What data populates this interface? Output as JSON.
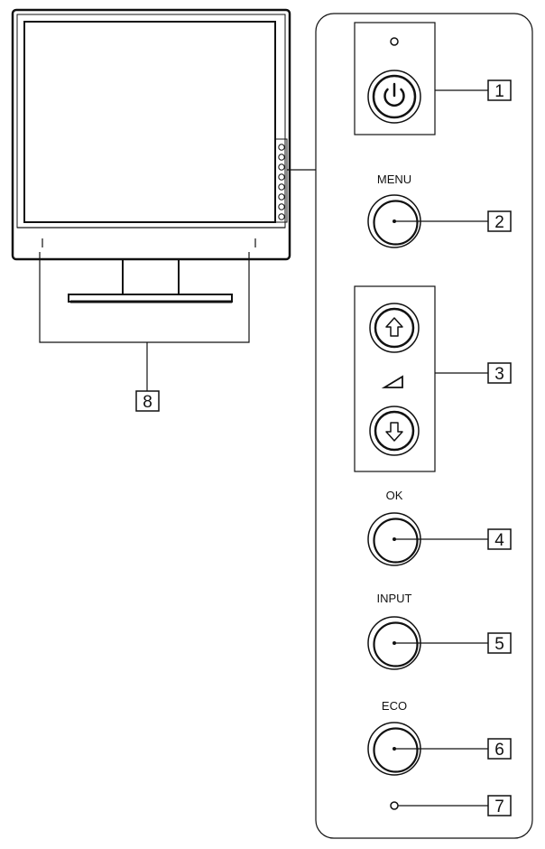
{
  "labels": {
    "menu": "MENU",
    "ok": "OK",
    "input": "INPUT",
    "eco": "ECO"
  },
  "callouts": [
    "1",
    "2",
    "3",
    "4",
    "5",
    "6",
    "7",
    "8"
  ],
  "icons": {
    "power": "power-icon",
    "up": "up-arrow-icon",
    "down": "down-arrow-icon",
    "volume": "volume-triangle-icon"
  }
}
